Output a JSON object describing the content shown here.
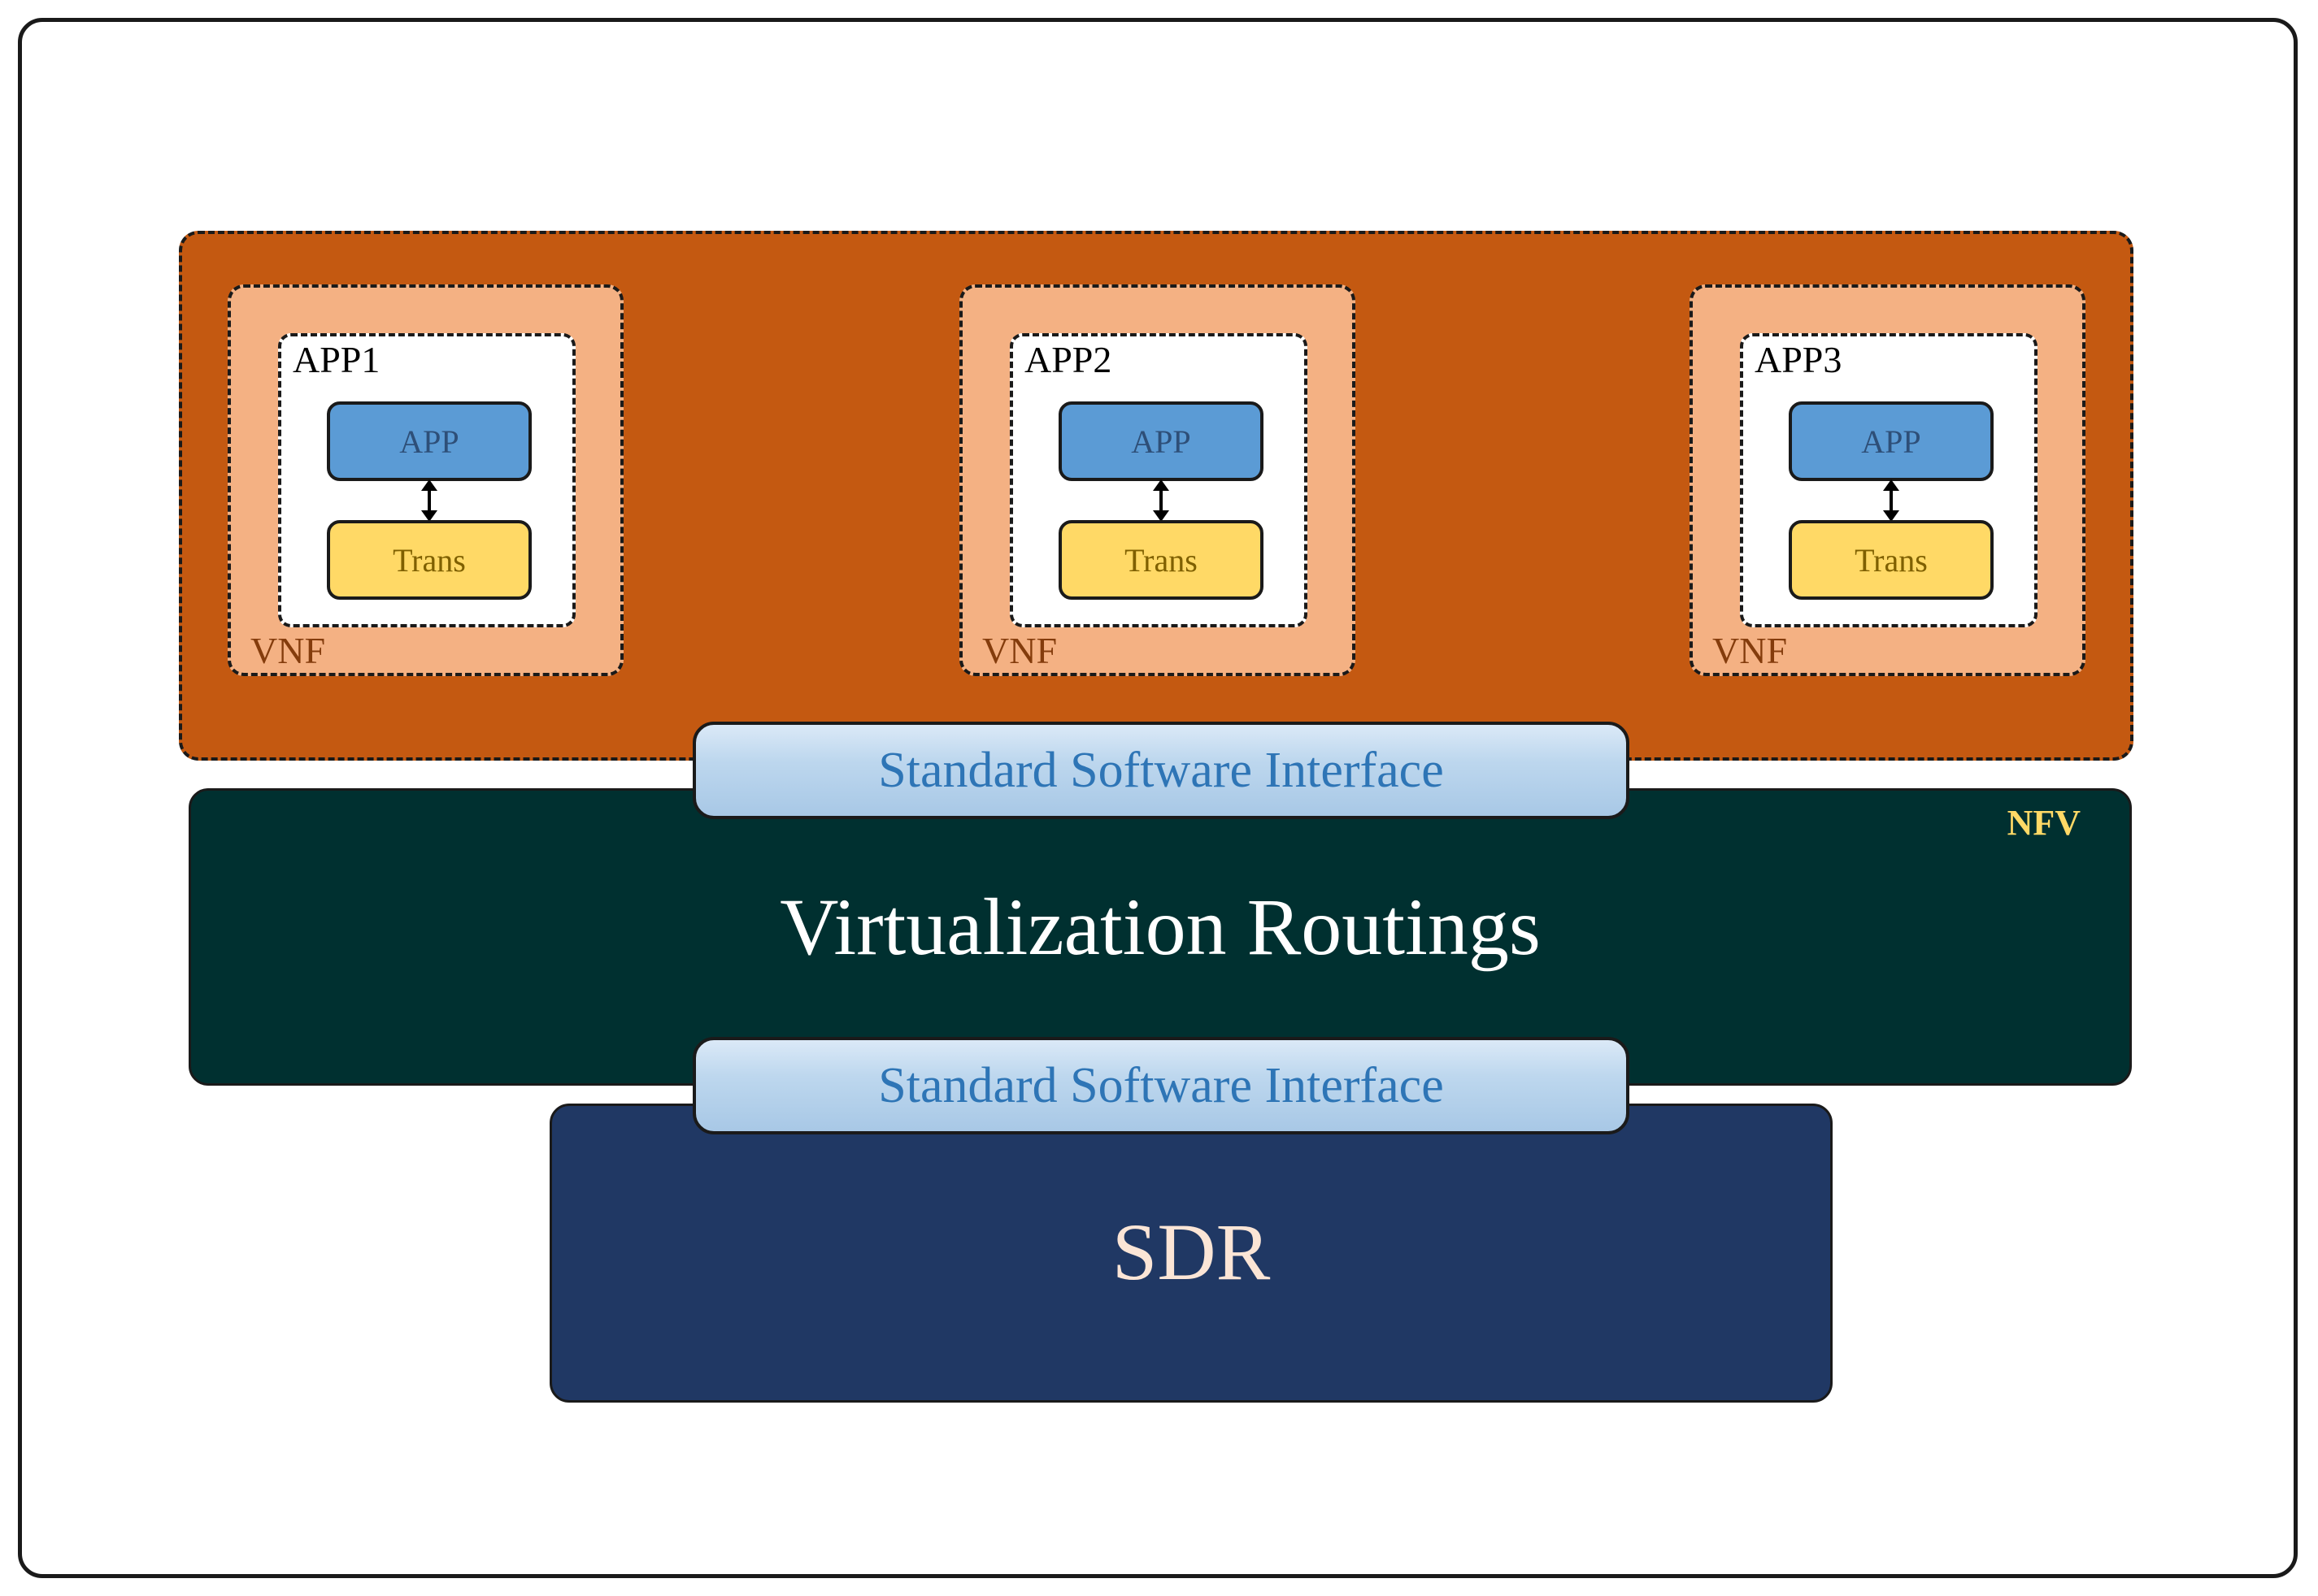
{
  "colors": {
    "nfv_top": "#c45911",
    "vnf": "#f4b183",
    "app": "#5b9bd5",
    "trans": "#ffd966",
    "nfv_layer": "#003030",
    "sdr_layer": "#203864",
    "interface": "#bdd7ee"
  },
  "vnfs": [
    {
      "vnf_label": "VNF",
      "app_title": "APP1",
      "app_label": "APP",
      "trans_label": "Trans"
    },
    {
      "vnf_label": "VNF",
      "app_title": "APP2",
      "app_label": "APP",
      "trans_label": "Trans"
    },
    {
      "vnf_label": "VNF",
      "app_title": "APP3",
      "app_label": "APP",
      "trans_label": "Trans"
    }
  ],
  "interface_top": "Standard Software Interface",
  "nfv_tag": "NFV",
  "virtualization_title": "Virtualization Routings",
  "interface_bottom": "Standard Software Interface",
  "sdr_title": "SDR"
}
